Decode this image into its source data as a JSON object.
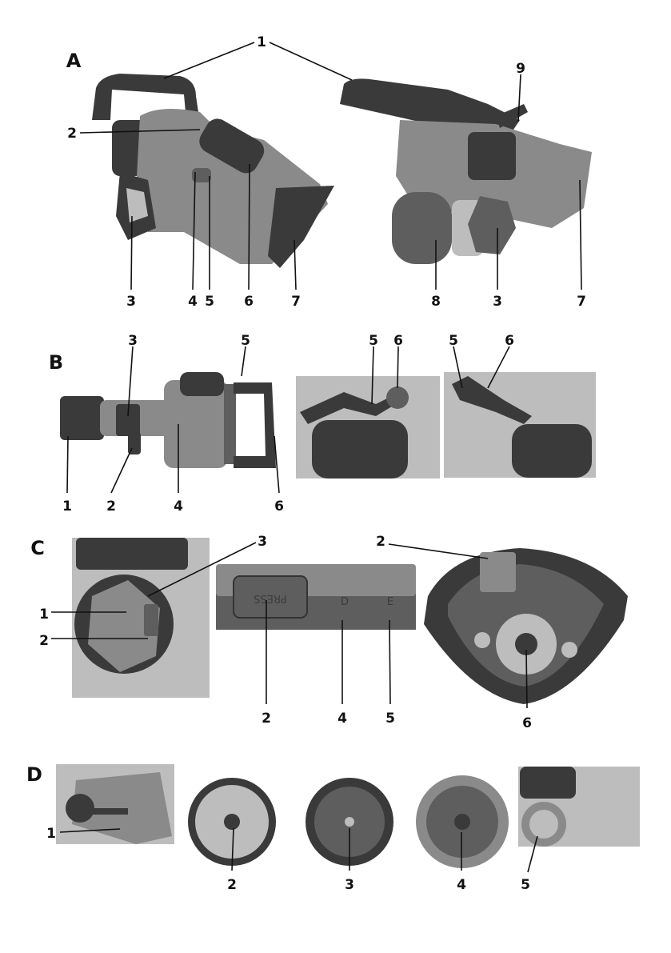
{
  "sections": {
    "A": {
      "title": "A",
      "callouts": [
        "1",
        "2",
        "3",
        "4",
        "5",
        "6",
        "7",
        "9",
        "8",
        "3",
        "7"
      ]
    },
    "B": {
      "title": "B",
      "callouts": [
        "3",
        "5",
        "5",
        "6",
        "5",
        "6",
        "1",
        "2",
        "4",
        "6"
      ]
    },
    "C": {
      "title": "C",
      "callouts": [
        "3",
        "1",
        "2",
        "2",
        "2",
        "4",
        "5",
        "6"
      ],
      "embossed": [
        "PRESS",
        "D",
        "E"
      ]
    },
    "D": {
      "title": "D",
      "callouts": [
        "1",
        "2",
        "3",
        "4",
        "5"
      ]
    }
  }
}
